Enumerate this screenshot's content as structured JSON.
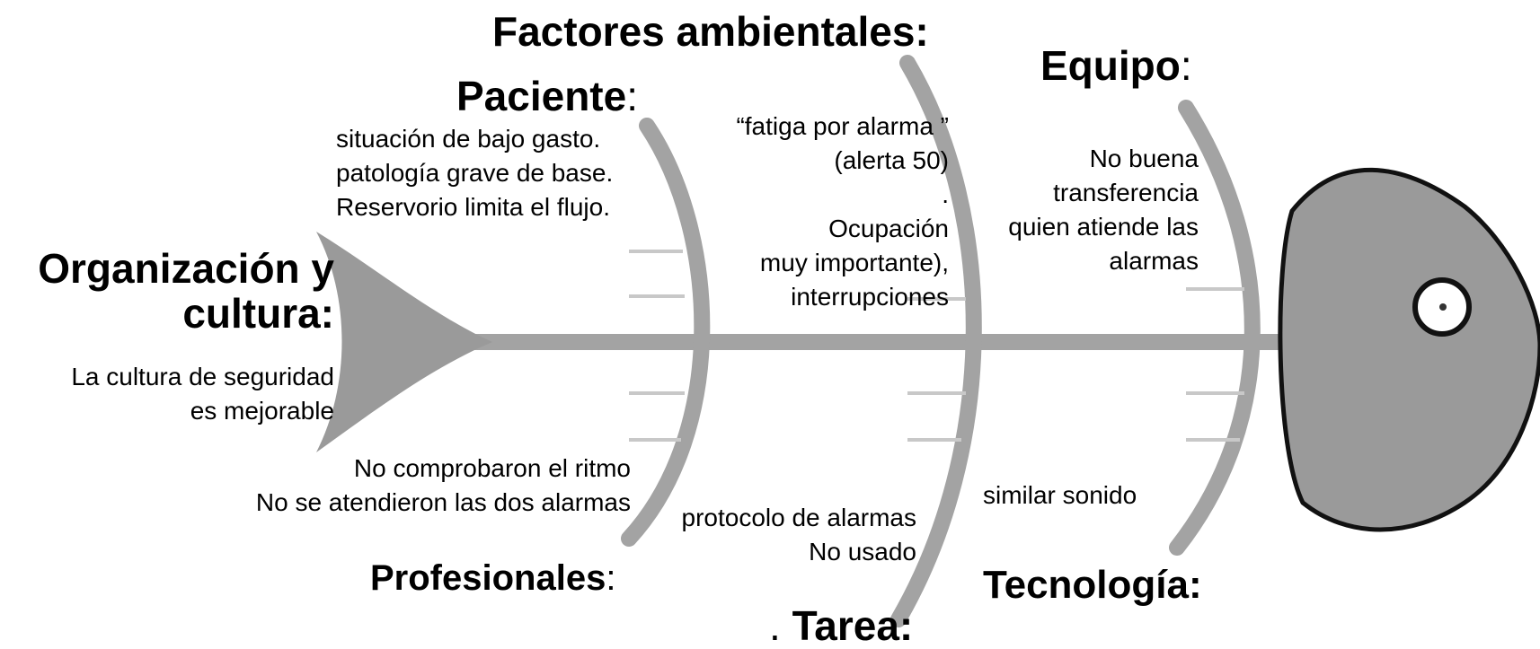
{
  "categories": {
    "factores_ambientales": {
      "title": "Factores ambientales:"
    },
    "paciente": {
      "title": "Paciente",
      "colon": ":",
      "items": [
        "situación de bajo gasto.",
        "patología grave de base.",
        "Reservorio limita el flujo."
      ]
    },
    "equipo": {
      "title": "Equipo",
      "colon": ":",
      "items": [
        "No buena",
        "transferencia",
        "quien atiende las",
        "alarmas"
      ]
    },
    "organizacion": {
      "title_line1": "Organización y",
      "title_line2": "cultura:",
      "items": [
        "La cultura de seguridad",
        "es mejorable"
      ]
    },
    "profesionales": {
      "title": "Profesionales",
      "colon": ":",
      "items": [
        "No comprobaron el ritmo",
        "No se atendieron las dos alarmas"
      ]
    },
    "tarea": {
      "prefix": ".",
      "title": "Tarea:",
      "items": [
        "protocolo de alarmas",
        "No usado"
      ]
    },
    "tecnologia": {
      "title": "Tecnología:",
      "items": [
        "similar sonido"
      ]
    }
  },
  "ambientales_items": [
    "“fatiga por alarma ”",
    "(alerta 50)",
    ".",
    "Ocupación",
    "muy importante),",
    "interrupciones"
  ],
  "colors": {
    "bone": "#a3a3a3",
    "head_fill": "#999999",
    "head_outline": "#111111",
    "text": "#000000"
  }
}
